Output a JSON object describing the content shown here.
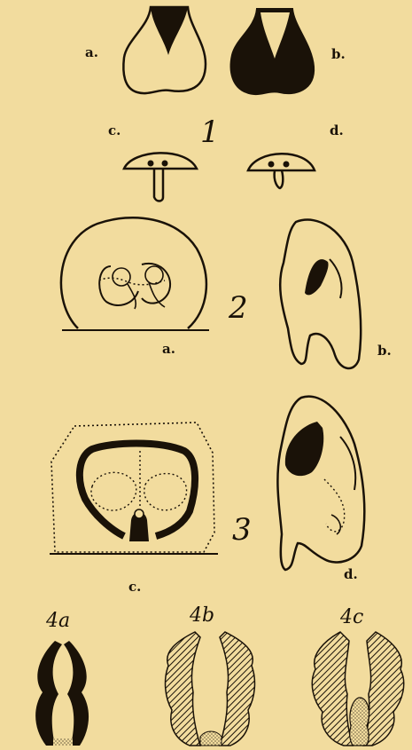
{
  "figure_1": {
    "number": "1",
    "labels": {
      "a": "a.",
      "b": "b.",
      "c": "c.",
      "d": "d."
    }
  },
  "figure_2": {
    "number": "2",
    "labels": {
      "a": "a.",
      "b": "b."
    }
  },
  "figure_3": {
    "number": "3",
    "labels": {
      "c": "c.",
      "d": "d."
    }
  },
  "figure_4": {
    "labels": {
      "a": "4a",
      "b": "4b",
      "c": "4c"
    }
  },
  "colors": {
    "background": "#f2dc9e",
    "ink": "#1a1208",
    "stipple": "#e8d8b0"
  }
}
